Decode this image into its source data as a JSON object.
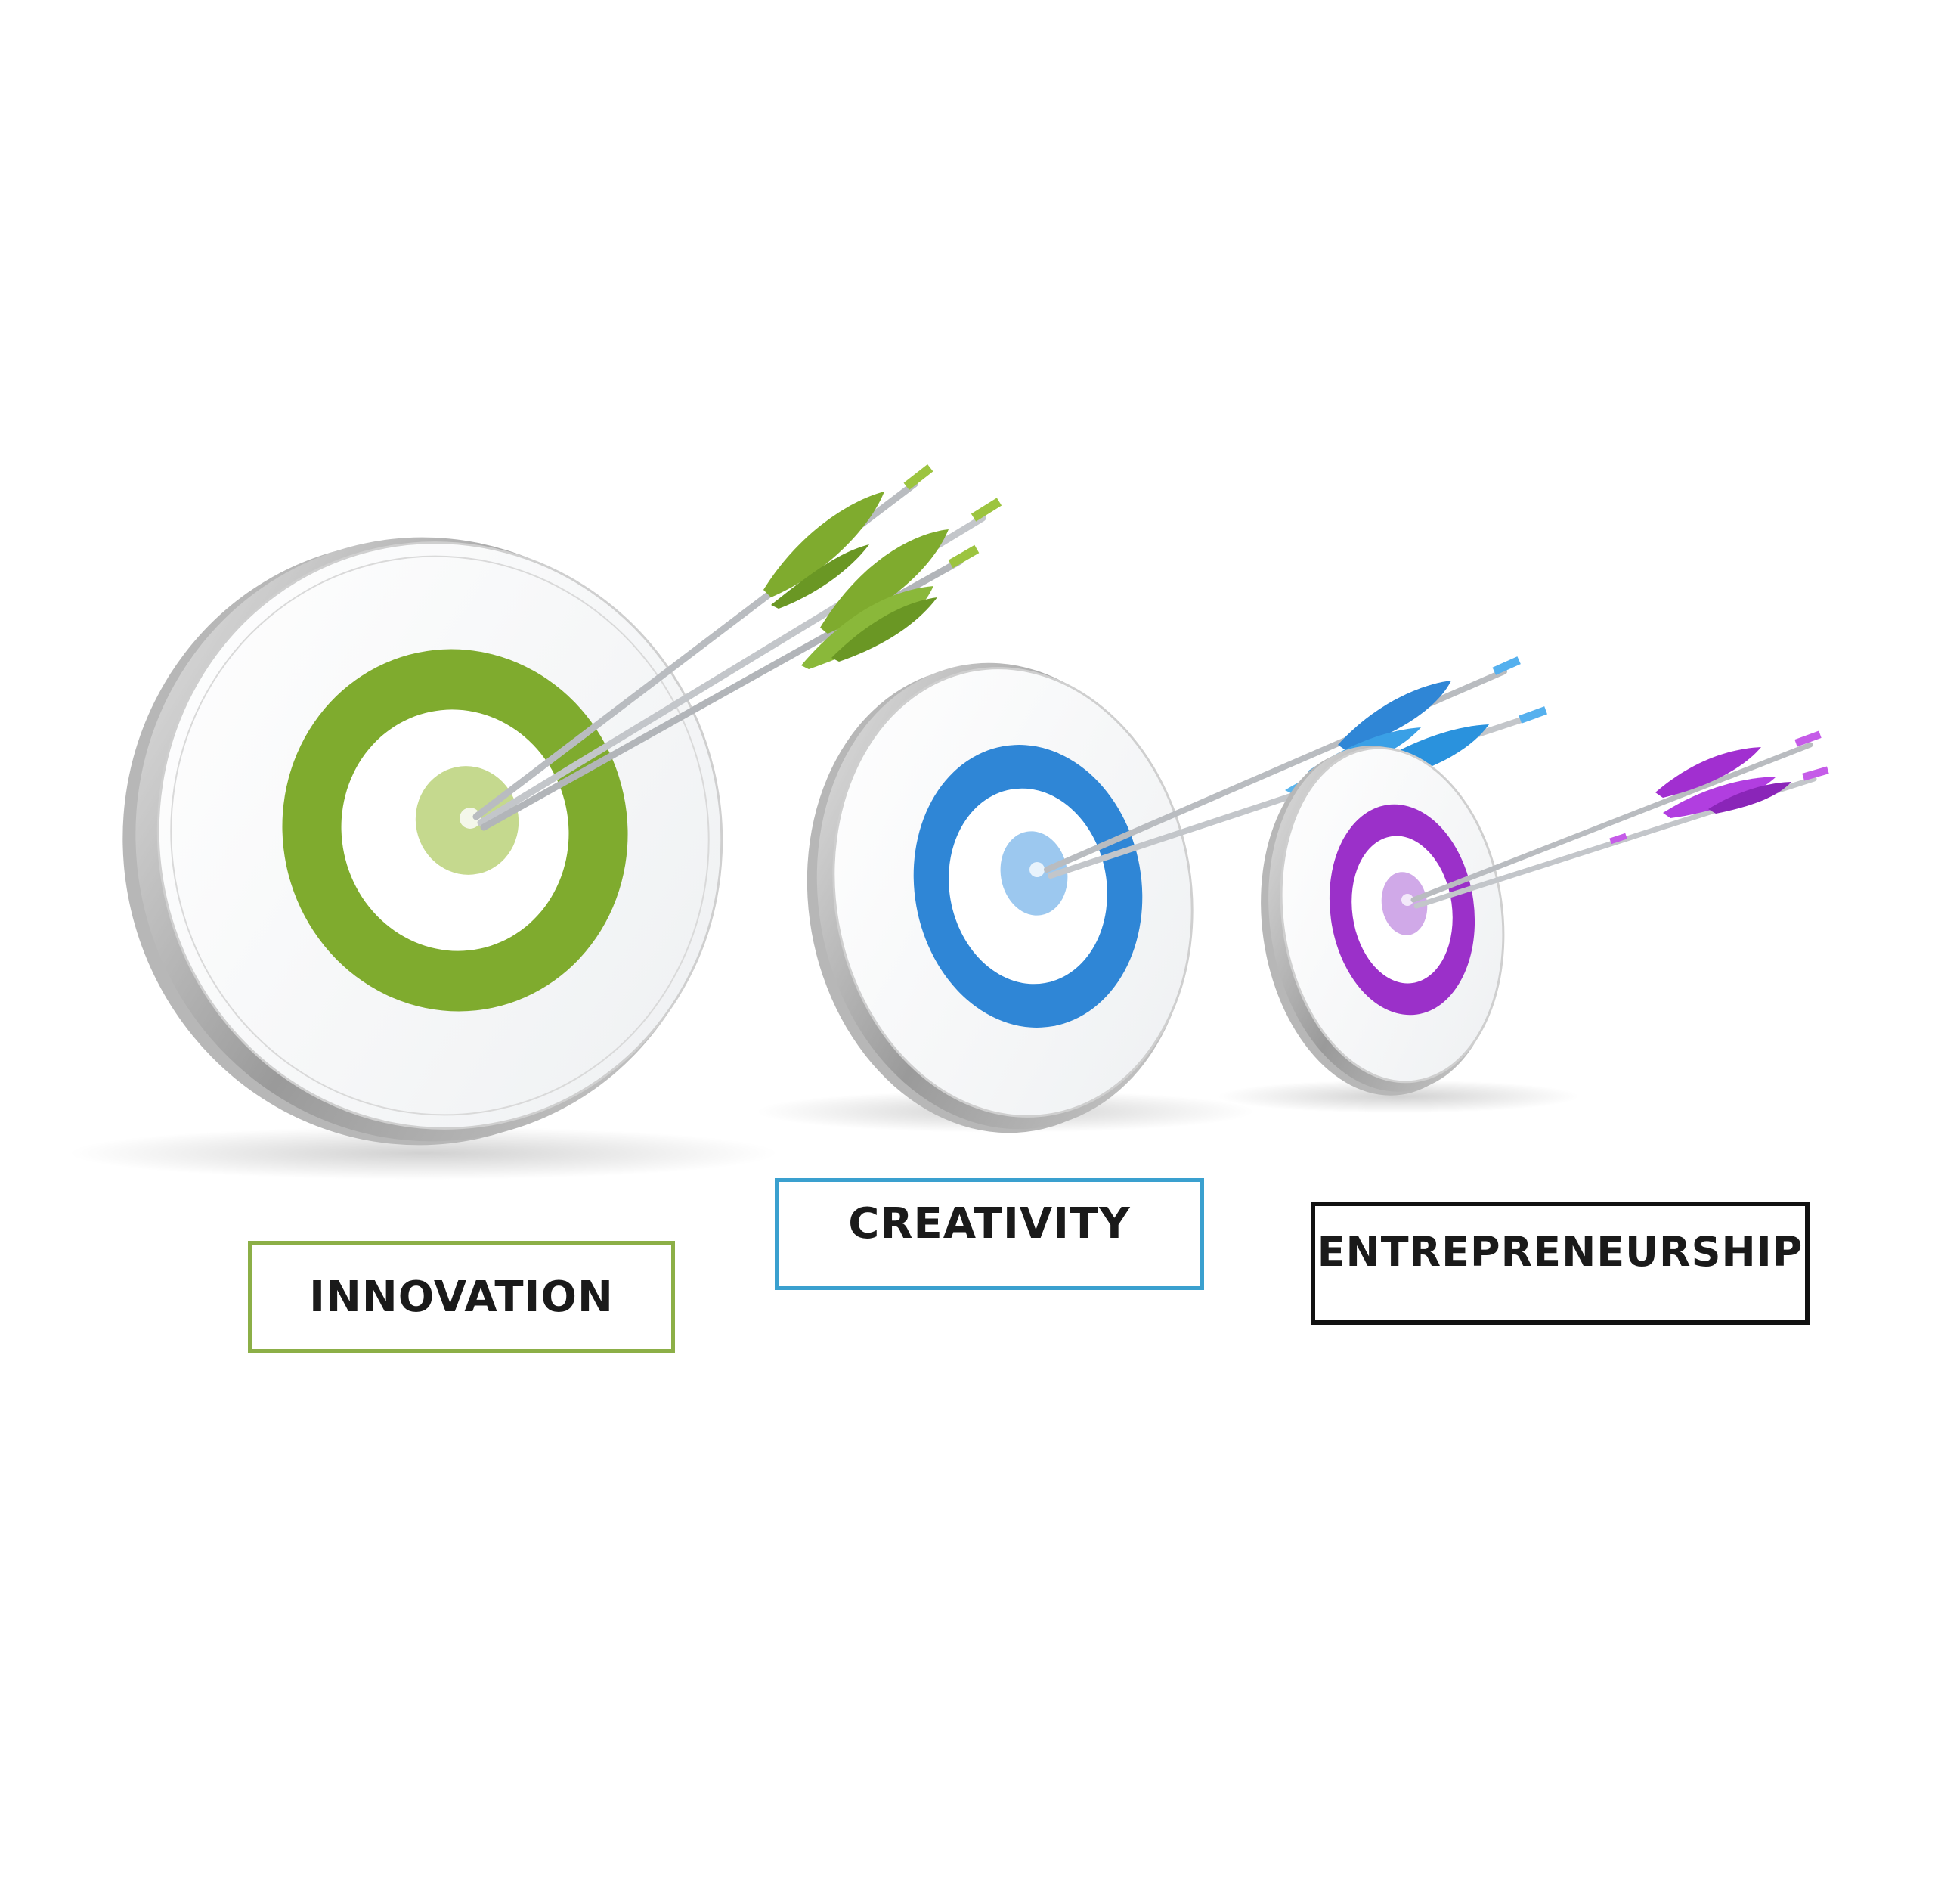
{
  "labels": {
    "innovation": "INNOVATION",
    "creativity": "CREATIVITY",
    "entrepreneurship": "ENTREPRENEURSHIP"
  },
  "colors": {
    "innovation_ring": "#7fab2e",
    "innovation_bullseye": "#c5d98e",
    "innovation_border": "#8caf47",
    "creativity_ring": "#2f86d6",
    "creativity_bullseye": "#9cc8ef",
    "creativity_border": "#3aa0cf",
    "entrepreneurship_ring": "#9b30c9",
    "entrepreneurship_bullseye": "#d0a9e8",
    "entrepreneurship_border": "#111111"
  },
  "icons": {
    "targets": [
      "target-icon",
      "target-icon",
      "target-icon"
    ],
    "arrows": [
      "arrow-icon"
    ]
  }
}
